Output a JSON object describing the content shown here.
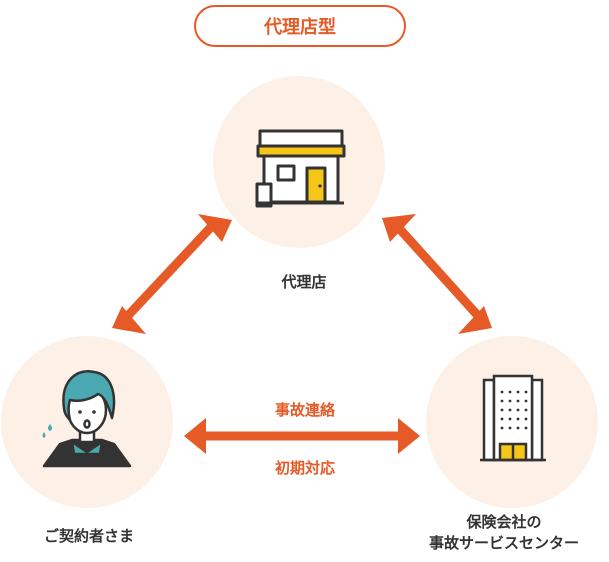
{
  "title": "代理店型",
  "nodes": {
    "agency": {
      "label": "代理店",
      "icon": "shop-icon"
    },
    "customer": {
      "label": "ご契約者さま",
      "icon": "person-icon"
    },
    "insurer": {
      "label_line1": "保険会社の",
      "label_line2": "事故サービスセンター",
      "icon": "building-icon"
    }
  },
  "edges": {
    "bottom": {
      "label_top": "事故連絡",
      "label_bottom": "初期対応"
    }
  },
  "colors": {
    "accent": "#e65a28",
    "circle": "#fdf0e6",
    "yellow": "#f5c518",
    "teal": "#4aa8b0",
    "ink": "#333333"
  }
}
